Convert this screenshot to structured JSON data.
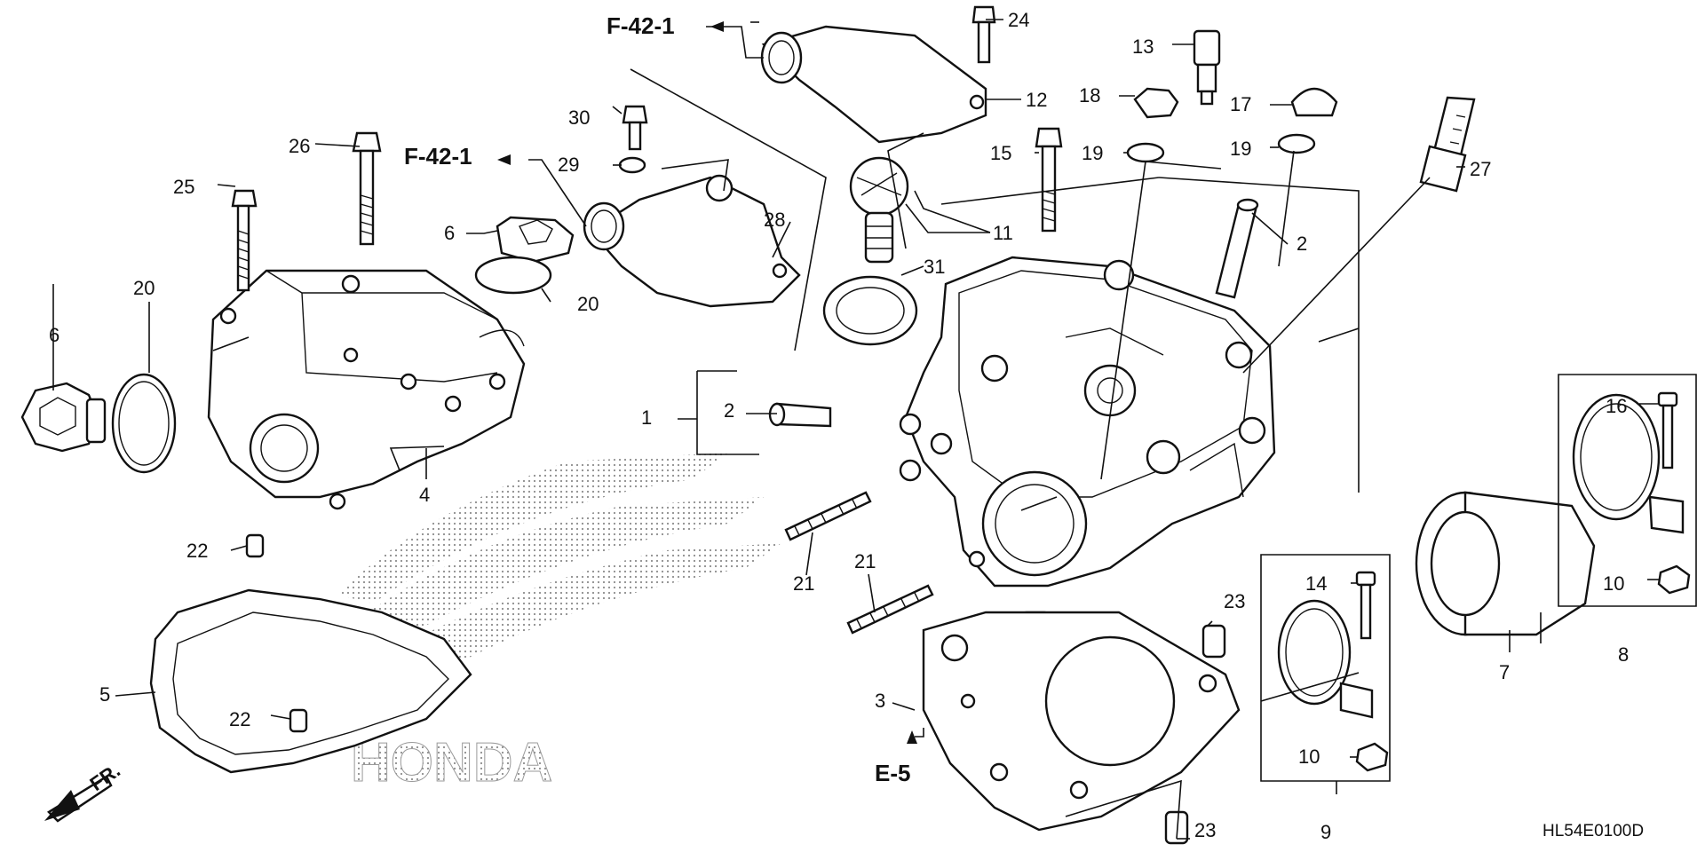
{
  "diagram": {
    "code": "HL54E0100D",
    "front_mark": "FR.",
    "watermark": "HONDA",
    "refs": [
      "F-42-1",
      "F-42-1",
      "E-5"
    ],
    "callouts": [
      {
        "id": "c1",
        "text": "1"
      },
      {
        "id": "c2a",
        "text": "2"
      },
      {
        "id": "c2b",
        "text": "2"
      },
      {
        "id": "c3",
        "text": "3"
      },
      {
        "id": "c4",
        "text": "4"
      },
      {
        "id": "c5",
        "text": "5"
      },
      {
        "id": "c6a",
        "text": "6"
      },
      {
        "id": "c6b",
        "text": "6"
      },
      {
        "id": "c7",
        "text": "7"
      },
      {
        "id": "c8",
        "text": "8"
      },
      {
        "id": "c9",
        "text": "9"
      },
      {
        "id": "c10a",
        "text": "10"
      },
      {
        "id": "c10b",
        "text": "10"
      },
      {
        "id": "c11",
        "text": "11"
      },
      {
        "id": "c12",
        "text": "12"
      },
      {
        "id": "c13",
        "text": "13"
      },
      {
        "id": "c14",
        "text": "14"
      },
      {
        "id": "c15",
        "text": "15"
      },
      {
        "id": "c16",
        "text": "16"
      },
      {
        "id": "c17",
        "text": "17"
      },
      {
        "id": "c18",
        "text": "18"
      },
      {
        "id": "c19a",
        "text": "19"
      },
      {
        "id": "c19b",
        "text": "19"
      },
      {
        "id": "c20a",
        "text": "20"
      },
      {
        "id": "c20b",
        "text": "20"
      },
      {
        "id": "c21a",
        "text": "21"
      },
      {
        "id": "c21b",
        "text": "21"
      },
      {
        "id": "c22a",
        "text": "22"
      },
      {
        "id": "c22b",
        "text": "22"
      },
      {
        "id": "c23a",
        "text": "23"
      },
      {
        "id": "c23b",
        "text": "23"
      },
      {
        "id": "c24",
        "text": "24"
      },
      {
        "id": "c25",
        "text": "25"
      },
      {
        "id": "c26",
        "text": "26"
      },
      {
        "id": "c27",
        "text": "27"
      },
      {
        "id": "c28",
        "text": "28"
      },
      {
        "id": "c29",
        "text": "29"
      },
      {
        "id": "c30",
        "text": "30"
      },
      {
        "id": "c31",
        "text": "31"
      }
    ]
  }
}
